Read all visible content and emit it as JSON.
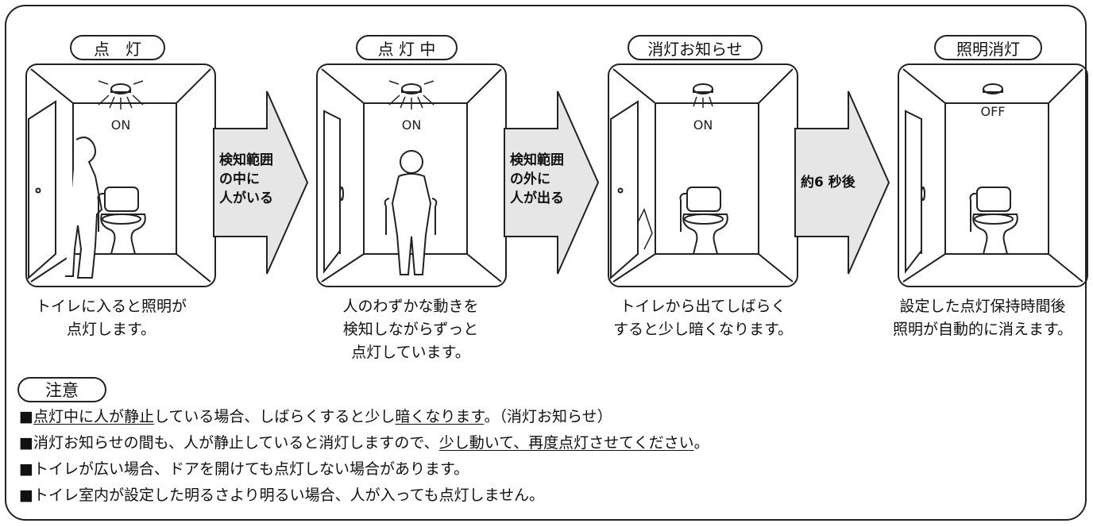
{
  "stages": [
    {
      "title": "点　灯",
      "indicator": "ON",
      "caption": [
        "トイレに入ると照明が",
        "点灯します。"
      ]
    },
    {
      "title": "点 灯 中",
      "indicator": "ON",
      "caption": [
        "人のわずかな動きを",
        "検知しながらずっと",
        "点灯しています。"
      ]
    },
    {
      "title": "消灯お知らせ",
      "indicator": "ON",
      "caption": [
        "トイレから出てしばらく",
        "すると少し暗くなります。"
      ]
    },
    {
      "title": "照明消灯",
      "indicator": "OFF",
      "caption": [
        "設定した点灯保持時間後",
        "照明が自動的に消えます。"
      ]
    }
  ],
  "arrows": [
    {
      "lines": [
        "検知範囲",
        "の中に",
        "人がいる"
      ]
    },
    {
      "lines": [
        "検知範囲",
        "の外に",
        "人が出る"
      ]
    },
    {
      "lines": [
        "約6 秒後"
      ]
    }
  ],
  "caution": {
    "label": "注意",
    "n1": {
      "bullet": "■",
      "a": "点灯中に人が",
      "u1": "静止",
      "b": "している場合、しばらくすると少し",
      "u2": "暗くなります",
      "c": "。（消灯お知らせ）"
    },
    "n2": {
      "bullet": "■",
      "a": "消灯お知らせの間も、人が静止していると消灯しますので、",
      "u1": "少し動いて、再度点灯させてください",
      "c": "。"
    },
    "n3": {
      "bullet": "■",
      "text": "トイレが広い場合、ドアを開けても点灯しない場合があります。"
    },
    "n4": {
      "bullet": "■",
      "text": "トイレ室内が設定した明るさより明るい場合、人が入っても点灯しません。"
    }
  },
  "colors": {
    "arrow_fill": "#e6e6e6",
    "line": "#222222"
  }
}
